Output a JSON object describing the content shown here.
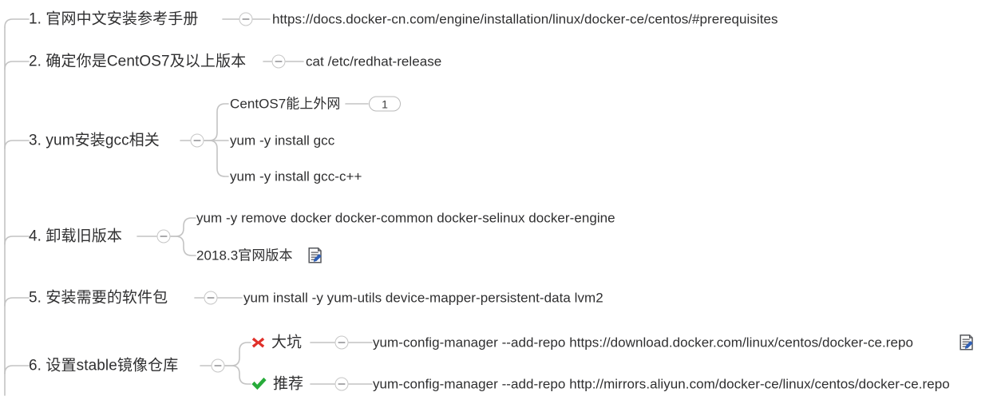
{
  "document": {
    "type": "mind-map",
    "title": "Docker CE CentOS 安装步骤",
    "background_color": "#ffffff",
    "line_color": "#c3c3c3",
    "text_color": "#2f2f30"
  },
  "markers": {
    "error_color": "#e0302a",
    "ok_color": "#27ab3a",
    "note_icon_name": "note-icon"
  },
  "nodes": {
    "n1": {
      "label": "1. 官网中文安装参考手册"
    },
    "n1a": {
      "label": "https://docs.docker-cn.com/engine/installation/linux/docker-ce/centos/#prerequisites"
    },
    "n2": {
      "label": "2. 确定你是CentOS7及以上版本"
    },
    "n2a": {
      "label": "cat /etc/redhat-release"
    },
    "n3": {
      "label": "3. yum安装gcc相关"
    },
    "n3a": {
      "label": "CentOS7能上外网"
    },
    "n3a_badge": {
      "label": "1"
    },
    "n3b": {
      "label": "yum -y install gcc"
    },
    "n3c": {
      "label": "yum -y install gcc-c++"
    },
    "n4": {
      "label": "4. 卸载旧版本"
    },
    "n4a": {
      "label": "yum -y remove docker docker-common docker-selinux docker-engine"
    },
    "n4b": {
      "label": "2018.3官网版本"
    },
    "n5": {
      "label": "5. 安装需要的软件包"
    },
    "n5a": {
      "label": "yum install -y yum-utils device-mapper-persistent-data lvm2"
    },
    "n6": {
      "label": "6. 设置stable镜像仓库"
    },
    "n6a": {
      "label": "大坑"
    },
    "n6a_cmd": {
      "label": "yum-config-manager --add-repo https://download.docker.com/linux/centos/docker-ce.repo"
    },
    "n6b": {
      "label": "推荐"
    },
    "n6b_cmd": {
      "label": "yum-config-manager --add-repo http://mirrors.aliyun.com/docker-ce/linux/centos/docker-ce.repo"
    }
  }
}
